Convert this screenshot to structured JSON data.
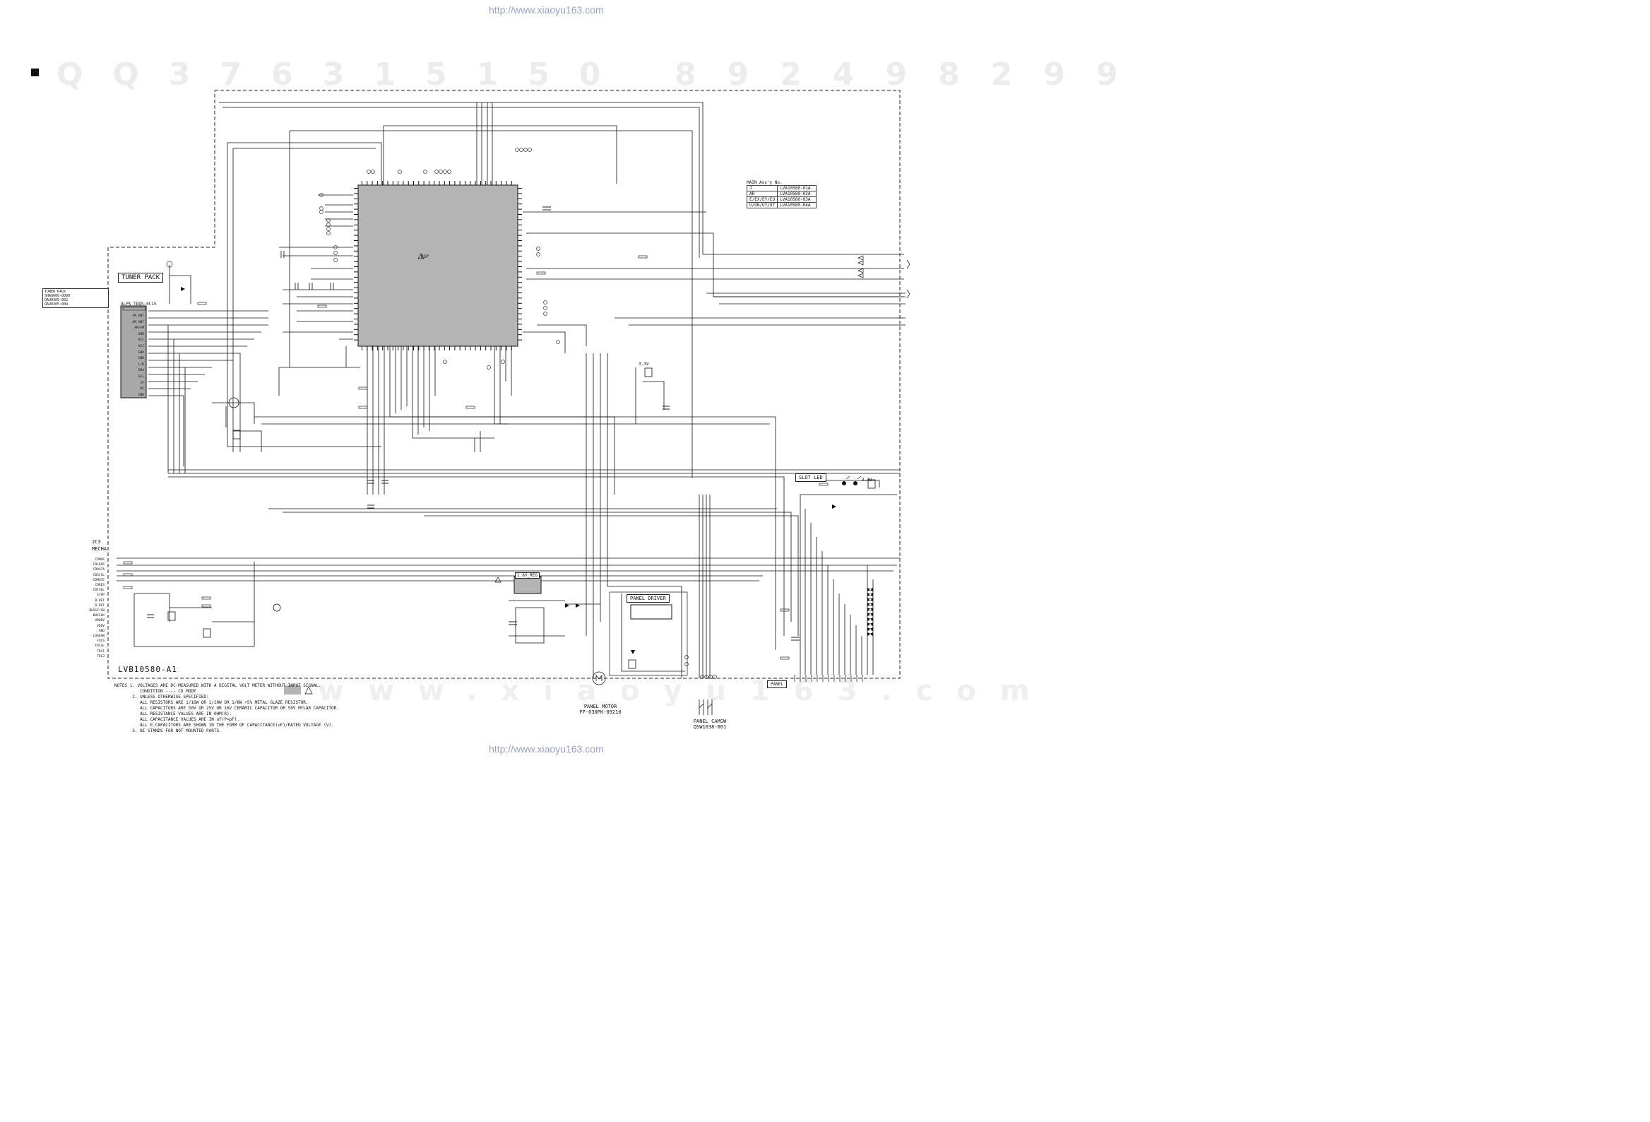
{
  "header": {
    "url_top": "http://www.xiaoyu163.com",
    "url_bottom": "http://www.xiaoyu163.com"
  },
  "watermark": {
    "digits_left": [
      "Q",
      "Q",
      "3",
      "7",
      "6",
      "3",
      "1",
      "5",
      "1",
      "5",
      "0"
    ],
    "digits_right": [
      "8",
      "9",
      "2",
      "4",
      "9",
      "8",
      "2",
      "9",
      "9"
    ],
    "site_text": "www.xiaoyu163.com"
  },
  "main_assy": {
    "title": "MAIN Ass'y No.",
    "rows": [
      [
        "J",
        "LVA10580-01A"
      ],
      [
        "AR",
        "LVA10580-02A"
      ],
      [
        "E/EX/EY/EU",
        "LVA10580-03A"
      ],
      [
        "U/UN/UY/UT",
        "LVA10580-04A"
      ]
    ]
  },
  "tuner": {
    "box_label": "TUNER PACK",
    "part": "ALPS TDQS-0C1S",
    "info_title": "TUNER PACK",
    "info_lines": [
      "SHA0000-0000",
      "QAU0305-002",
      "QAU0305-004"
    ],
    "pins": [
      "FM_ANT",
      "AM_ANT",
      "AM/FM",
      "VDD",
      "VCC",
      "VCC",
      "GND",
      "GND",
      "L/R",
      "SDA",
      "SCL",
      "IF",
      "RF",
      "GND"
    ]
  },
  "mecha": {
    "connector": "JC3",
    "label": "MECHA",
    "pins": [
      "CDMCK",
      "CDLRCK",
      "CDDATA",
      "CDSCSL",
      "CDMUTE",
      "CDRES",
      "CDFSEL",
      "STOP",
      "B.DET",
      "R.DET",
      "BUSSY/SW",
      "BUSCLK",
      "VDDDV",
      "VDDV",
      "GND",
      "LOADSW",
      "FOCS",
      "FDCSL",
      "TRC1",
      "TRC2"
    ]
  },
  "labels": {
    "slot_led": "SLOT LED",
    "regulator": "1.8V_REG",
    "panel_driver": "PANEL DRIVER",
    "board_id": "LVB10580-A1",
    "panel_box": "PANEL",
    "panel_motor": "PANEL MOTOR",
    "panel_motor_part": "FF-030PK-09210",
    "panel_camsw": "PANEL CAMSW",
    "panel_camsw_part": "QSW1038-001",
    "ic_type": "DSP",
    "voltage_tag_1": "3.3V",
    "voltage_tag_2": "3.3V"
  },
  "notes": {
    "lines": [
      "NOTES 1. VOLTAGES ARE DC-MEASURED WITH A DIGITAL VOLT METER WITHOUT INPUT SIGNAL.",
      "          CONDITION ---- CD MODE",
      "       2. UNLESS OTHERWISE SPECIFIED:",
      "          ALL RESISTORS ARE 1/16W OR 1/10W OR 1/8W +5% METAL GLAZE RESISTOR.",
      "          ALL CAPACITORS ARE 50V OR 25V OR 16V CERAMIC CAPACITOR OR 50V MYLAR CAPACITOR.",
      "          ALL RESISTANCE VALUES ARE IN OHM(R).",
      "          ALL CAPACITANCE VALUES ARE IN uF(P=pF).",
      "          ALL E.CAPACITORS ARE SHOWN IN THE FORM OF CAPACITANCE(uF)/RATED VOLTAGE (V).",
      "       3. NI STANDS FOR NOT MOUNTED PARTS."
    ]
  },
  "colors": {
    "line": "#111111",
    "ic_fill": "#b4b4b4",
    "tuner_fill": "#a8a8a8",
    "url": "#9aa0c8"
  }
}
